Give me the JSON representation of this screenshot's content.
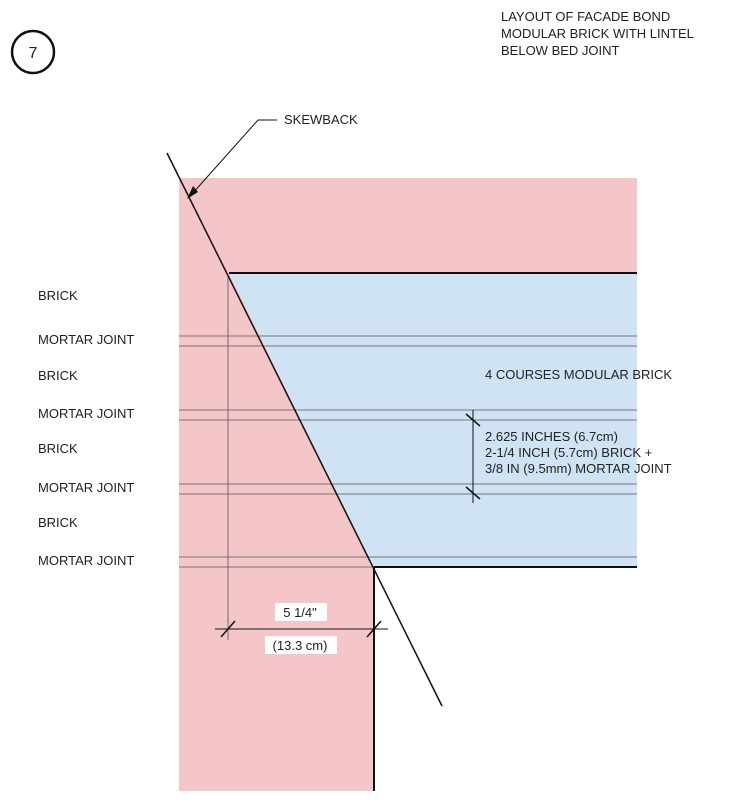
{
  "detail": {
    "number": "7",
    "title_lines": [
      "LAYOUT OF FACADE BOND",
      "MODULAR BRICK WITH LINTEL",
      "BELOW BED JOINT"
    ]
  },
  "callouts": {
    "skewback": "SKEWBACK",
    "courses": "4 COURSES MODULAR BRICK",
    "course_height_lines": [
      "2.625 INCHES (6.7cm)",
      "2-1/4 INCH (5.7cm) BRICK +",
      "3/8 IN (9.5mm) MORTAR JOINT"
    ],
    "dimension_in": "5 1/4\"",
    "dimension_cm": "(13.3 cm)"
  },
  "layers": [
    {
      "label": "BRICK"
    },
    {
      "label": "MORTAR JOINT"
    },
    {
      "label": "BRICK"
    },
    {
      "label": "MORTAR JOINT"
    },
    {
      "label": "BRICK"
    },
    {
      "label": "MORTAR JOINT"
    },
    {
      "label": "BRICK"
    },
    {
      "label": "MORTAR JOINT"
    }
  ],
  "colors": {
    "masonry": "#f5c6c9",
    "lintel_zone": "#cfe3f4",
    "line": "#111111"
  }
}
